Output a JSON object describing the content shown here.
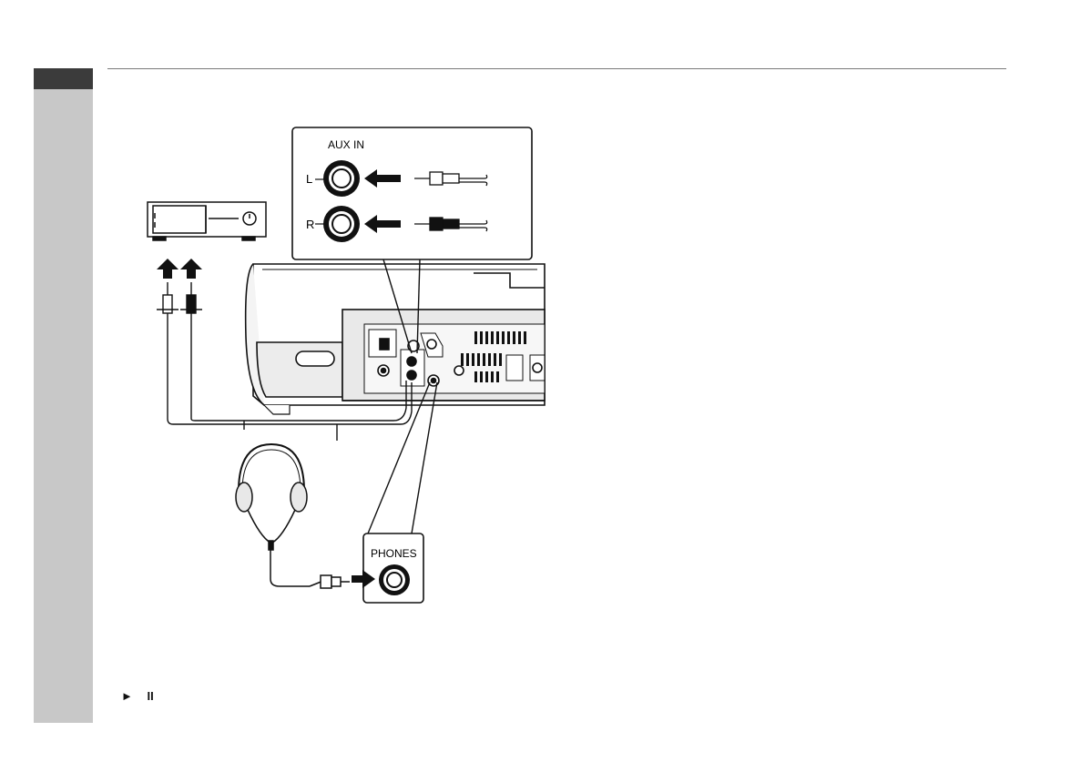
{
  "panel_aux": {
    "title": "AUX IN",
    "left_label": "L",
    "right_label": "R"
  },
  "panel_phones": {
    "title": "PHONES"
  },
  "footer": {
    "play_symbol": "►",
    "pause_symbol": "II"
  },
  "icons": [
    "vcr-icon",
    "up-arrow-icon",
    "rca-plug-icon",
    "headphones-icon",
    "stereo-unit-icon",
    "phones-jack-icon"
  ]
}
